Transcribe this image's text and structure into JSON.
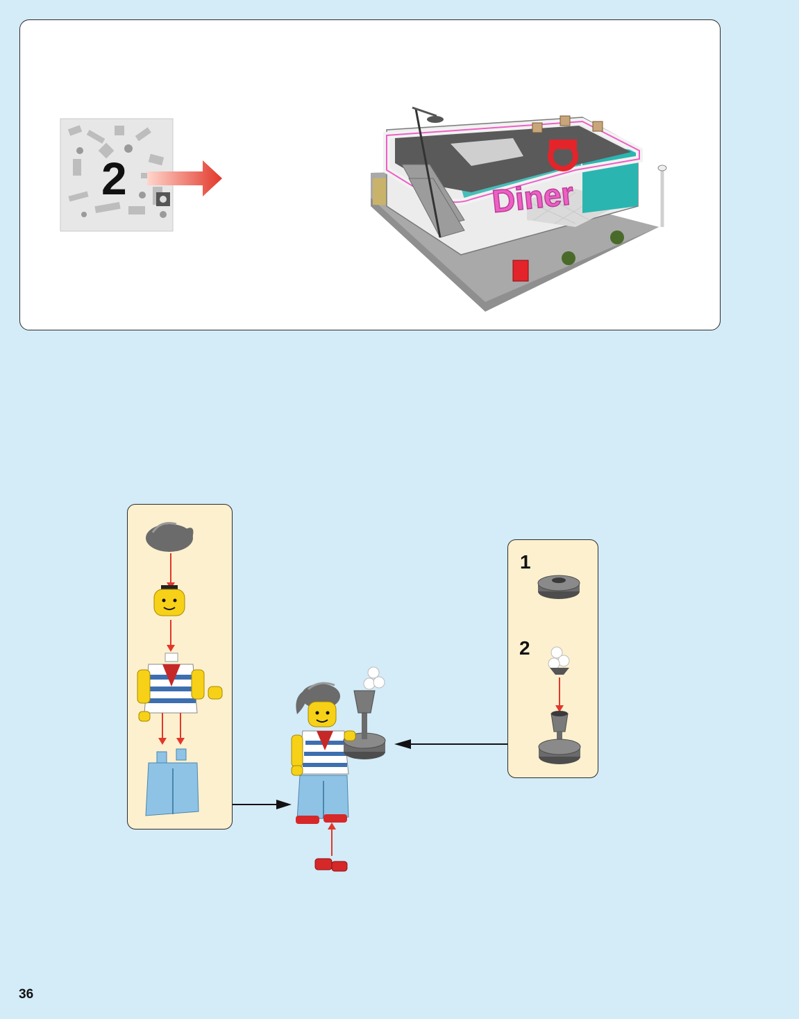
{
  "page": {
    "number": "36"
  },
  "bag_panel": {
    "bag_number": "2"
  },
  "diner_model": {
    "sign_text": "Diner"
  },
  "minifig_panel": {},
  "accessory_panel": {
    "steps": [
      {
        "number": "1"
      },
      {
        "number": "2"
      }
    ]
  },
  "colors": {
    "background": "#d4ebf8",
    "subpanel": "#fdf0cf",
    "arrow_red": "#e2372a",
    "torso_stripe": "#3d6fb0",
    "legs": "#8ec3e6",
    "skin": "#f7d117",
    "hair": "#6b6b6b",
    "neon_pink": "#ee5fc5",
    "teal": "#2bb5b0"
  }
}
